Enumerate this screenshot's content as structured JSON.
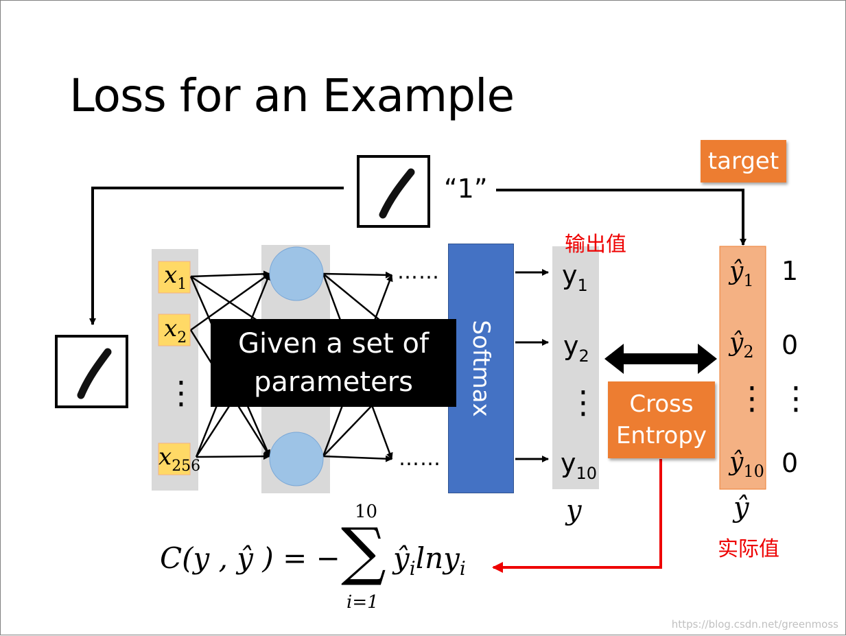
{
  "title": "Loss for an Example",
  "target_label": "target",
  "digit_label": "“1”",
  "output_value_label": "输出值",
  "actual_value_label": "实际值",
  "inputs": [
    {
      "base": "x",
      "sub": "1"
    },
    {
      "base": "x",
      "sub": "2"
    },
    {
      "base": "x",
      "sub": "256"
    }
  ],
  "input_vdots": "⋮",
  "ellipsis": "……",
  "softmax_label": "Softmax",
  "overlay_text": [
    "Given a set of",
    "parameters"
  ],
  "outputs": [
    {
      "base": "y",
      "sub": "1"
    },
    {
      "base": "y",
      "sub": "2"
    },
    {
      "base": "y",
      "sub": "10"
    }
  ],
  "output_vector_label": "y",
  "targets": [
    {
      "base": "ŷ",
      "sub": "1",
      "value": "1"
    },
    {
      "base": "ŷ",
      "sub": "2",
      "value": "0"
    },
    {
      "base": "ŷ",
      "sub": "10",
      "value": "0"
    }
  ],
  "target_vector_label": "ŷ",
  "cross_entropy_label": [
    "Cross",
    "Entropy"
  ],
  "formula": {
    "lhs": "C(y , ŷ ) = −",
    "sum_top": "10",
    "sum_bottom": "i=1",
    "sigma": "∑",
    "body_hat": "ŷ",
    "body_i": "i",
    "body_ln": "lny",
    "body_i2": "i"
  },
  "watermark": "https://blog.csdn.net/greenmoss",
  "colors": {
    "orange": "#ed7d31",
    "softmax_blue": "#4472c4",
    "neuron_blue": "#9dc3e6",
    "column_gray": "#d9d9d9",
    "target_column": "#f4b183",
    "input_yellow": "#ffd966",
    "red": "#ee0000"
  }
}
